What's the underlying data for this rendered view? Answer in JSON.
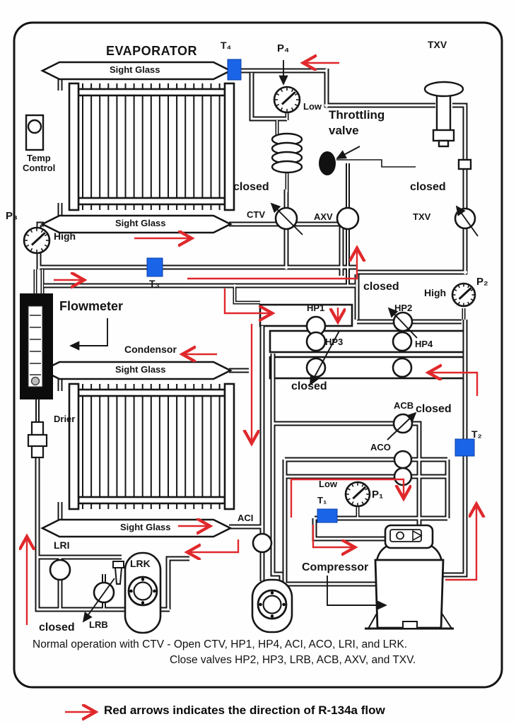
{
  "colors": {
    "pipe": "#161616",
    "flow_red": "#e0282c",
    "sensor_blue": "#1a64e8"
  },
  "labels": {
    "evaporator": "EVAPORATOR",
    "sight_glass": "Sight Glass",
    "temp_line1": "Temp",
    "temp_line2": "Control",
    "throttling_line1": "Throttling",
    "throttling_line2": "valve",
    "flowmeter": "Flowmeter",
    "condenser": "Condensor",
    "compressor": "Compressor",
    "drier": "Drier",
    "closed": "closed",
    "high": "High",
    "low": "Low"
  },
  "sensors": {
    "t1": "T₁",
    "t2": "T₂",
    "t3": "T₃",
    "t4": "T₄"
  },
  "gauges": {
    "p1": "P₁",
    "p2": "P₂",
    "p3": "P₃",
    "p4": "P₄"
  },
  "valves": {
    "ctv": "CTV",
    "axv": "AXV",
    "txv_top": "TXV",
    "txv": "TXV",
    "hp1": "HP1",
    "hp2": "HP2",
    "hp3": "HP3",
    "hp4": "HP4",
    "acb": "ACB",
    "aco": "ACO",
    "aci": "ACI",
    "lri": "LRI",
    "lrk": "LRK",
    "lrb": "LRB"
  },
  "caption": {
    "line1": "Normal operation with CTV - Open CTV, HP1, HP4, ACI, ACO, LRI, and LRK.",
    "line2": "Close valves HP2, HP3, LRB, ACB, AXV, and TXV."
  },
  "footer": {
    "legend": "Red arrows indicates the direction of R-134a flow"
  }
}
